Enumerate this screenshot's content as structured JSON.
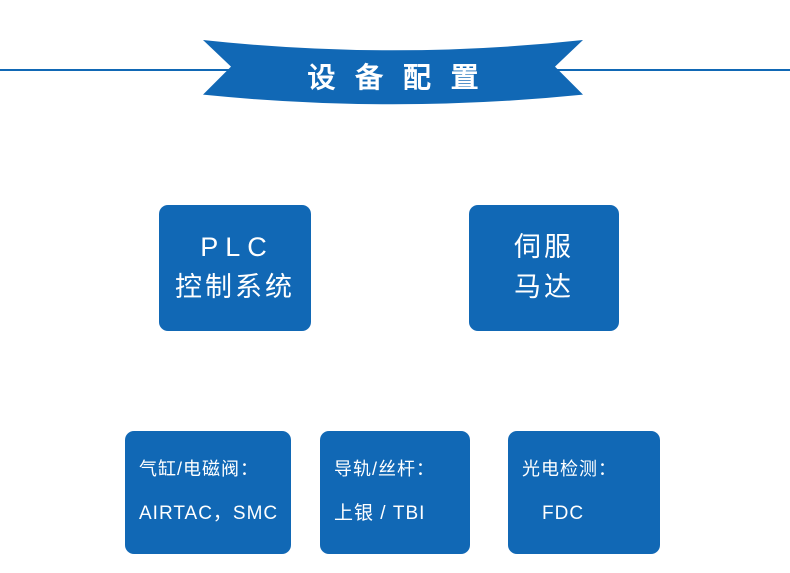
{
  "colors": {
    "accent": "#1168b5",
    "on_accent": "#ffffff",
    "background": "#ffffff"
  },
  "banner": {
    "title": "设 备 配 置"
  },
  "cards": {
    "plc": {
      "line1": "PLC",
      "line2": "控制系统"
    },
    "servo": {
      "line1": "伺服",
      "line2": "马达"
    },
    "pneumatic": {
      "line1": "气缸/电磁阀：",
      "line2": "AIRTAC，SMC"
    },
    "rail": {
      "line1": "导轨/丝杆：",
      "line2": "上银 / TBI"
    },
    "photoelectric": {
      "line1": "光电检测：",
      "line2": "FDC"
    }
  }
}
